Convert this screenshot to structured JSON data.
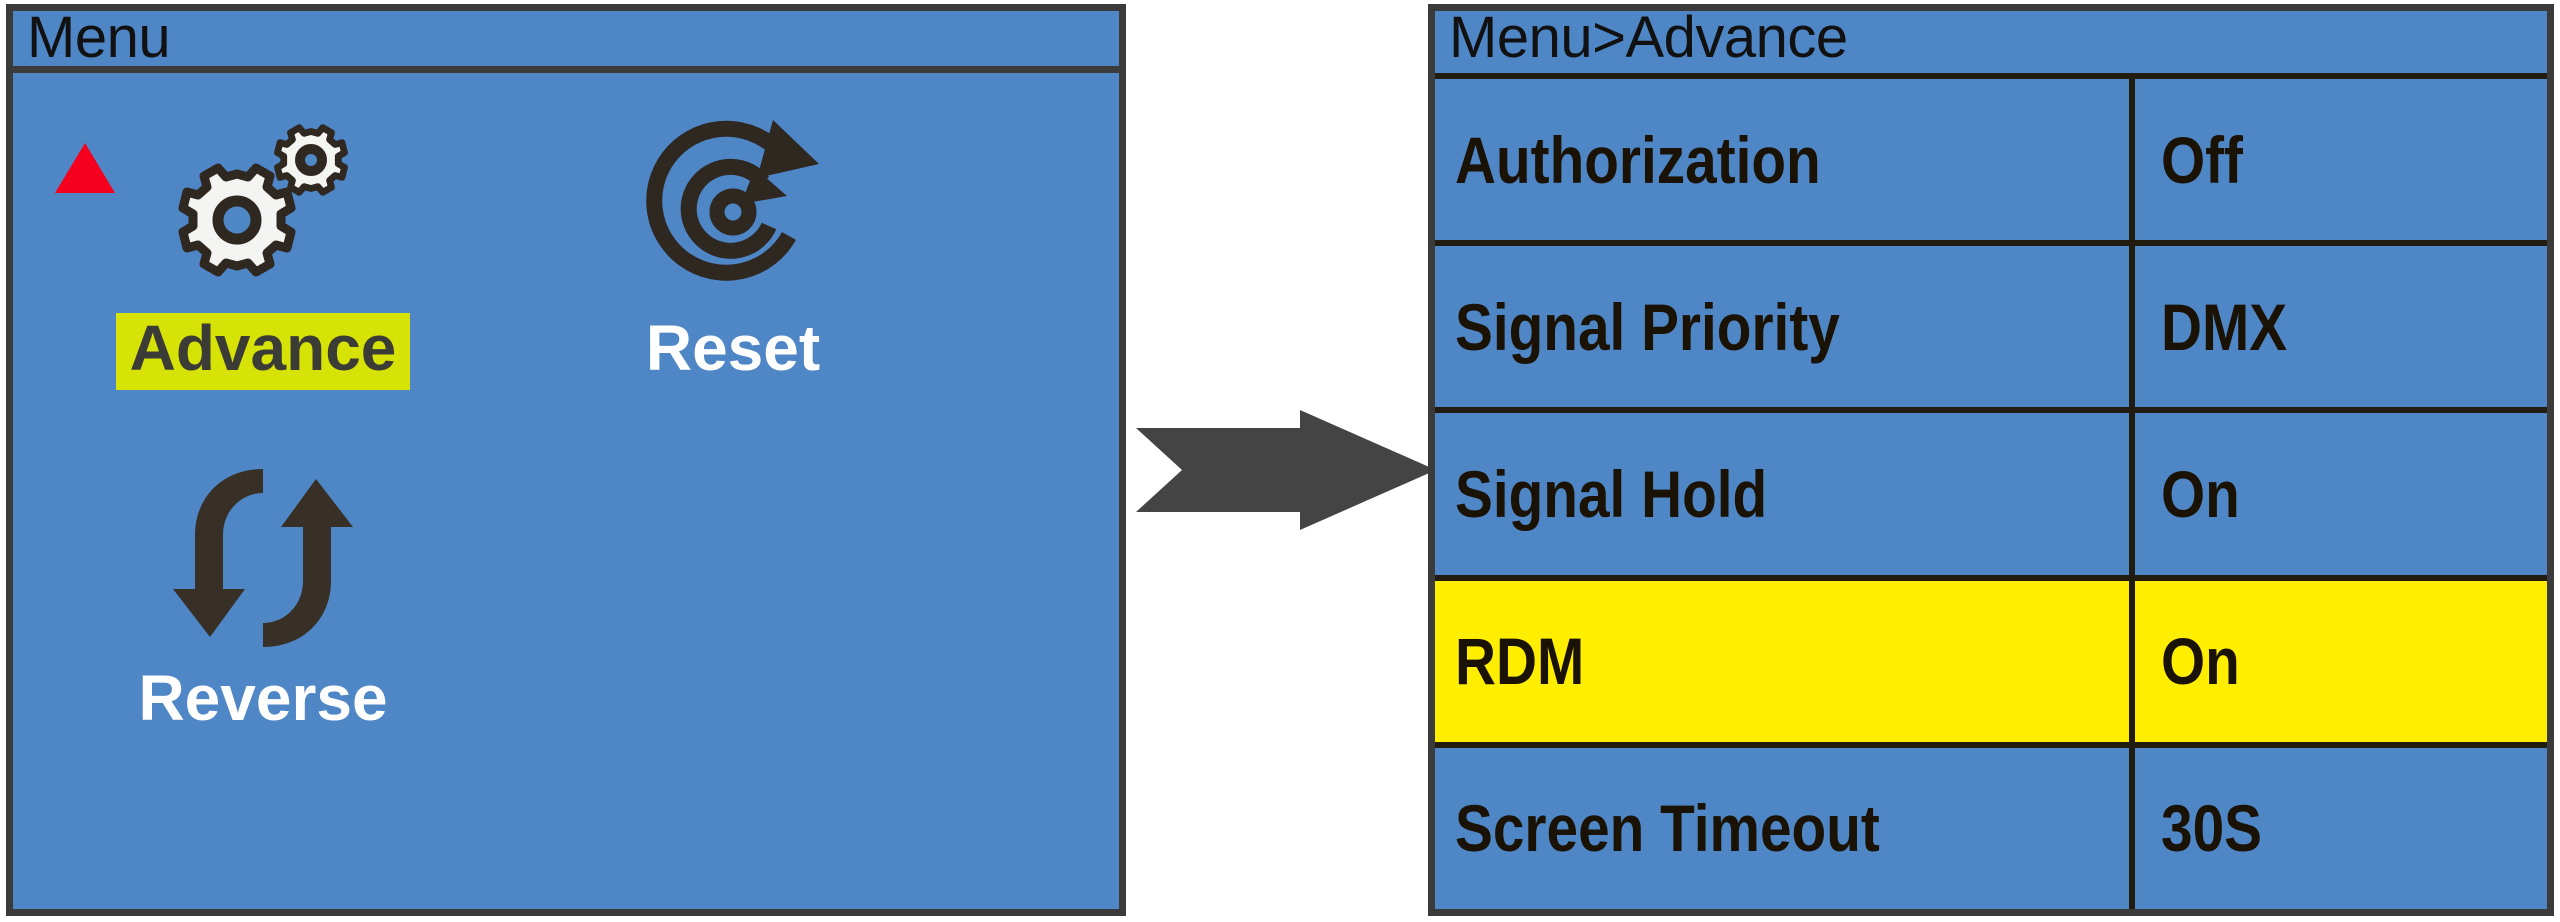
{
  "colors": {
    "screen_blue": "#4f86c6",
    "frame_dark": "#3b3b3b",
    "select_green": "#d7e206",
    "select_yellow": "#ffee00",
    "marker_red": "#f5001e",
    "arrow_gray": "#444444",
    "text_white": "#ffffff",
    "text_black": "#1a1205"
  },
  "left_screen": {
    "title": "Menu",
    "scroll_marker_icon": "red-up-triangle-icon",
    "items": [
      {
        "label": "Advance",
        "icon": "gears-icon",
        "selected": true
      },
      {
        "label": "Reset",
        "icon": "circular-reset-icon",
        "selected": false
      },
      {
        "label": "Reverse",
        "icon": "reverse-loop-icon",
        "selected": false
      }
    ]
  },
  "flow": {
    "arrow_icon": "right-arrow-icon"
  },
  "right_screen": {
    "title": "Menu>Advance",
    "rows": [
      {
        "label": "Authorization",
        "value": "Off",
        "highlighted": false
      },
      {
        "label": "Signal Priority",
        "value": "DMX",
        "highlighted": false
      },
      {
        "label": "Signal Hold",
        "value": "On",
        "highlighted": false
      },
      {
        "label": "RDM",
        "value": "On",
        "highlighted": true
      },
      {
        "label": "Screen Timeout",
        "value": "30S",
        "highlighted": false
      }
    ]
  }
}
